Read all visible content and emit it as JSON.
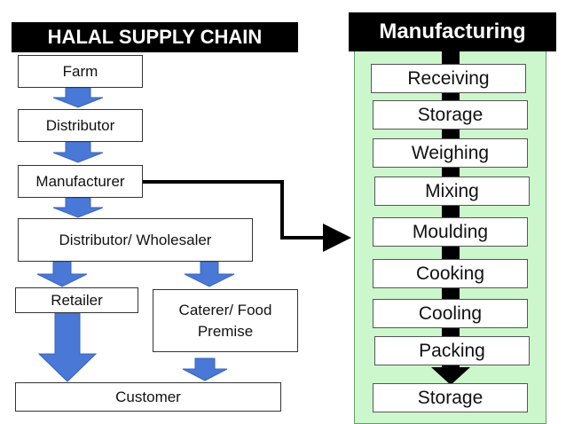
{
  "supply_chain": {
    "title": "HALAL SUPPLY CHAIN",
    "farm": "Farm",
    "distributor": "Distributor",
    "manufacturer": "Manufacturer",
    "wholesaler": "Distributor/ Wholesaler",
    "retailer": "Retailer",
    "caterer_line1": "Caterer/ Food",
    "caterer_line2": "Premise",
    "customer": "Customer"
  },
  "manufacturing": {
    "title": "Manufacturing",
    "steps": [
      "Receiving",
      "Storage",
      "Weighing",
      "Mixing",
      "Moulding",
      "Cooking",
      "Cooling",
      "Packing",
      "Storage"
    ]
  },
  "colors": {
    "arrow_blue": "#4a78d6",
    "panel_green": "#ccf7cc",
    "title_black": "#000000"
  }
}
